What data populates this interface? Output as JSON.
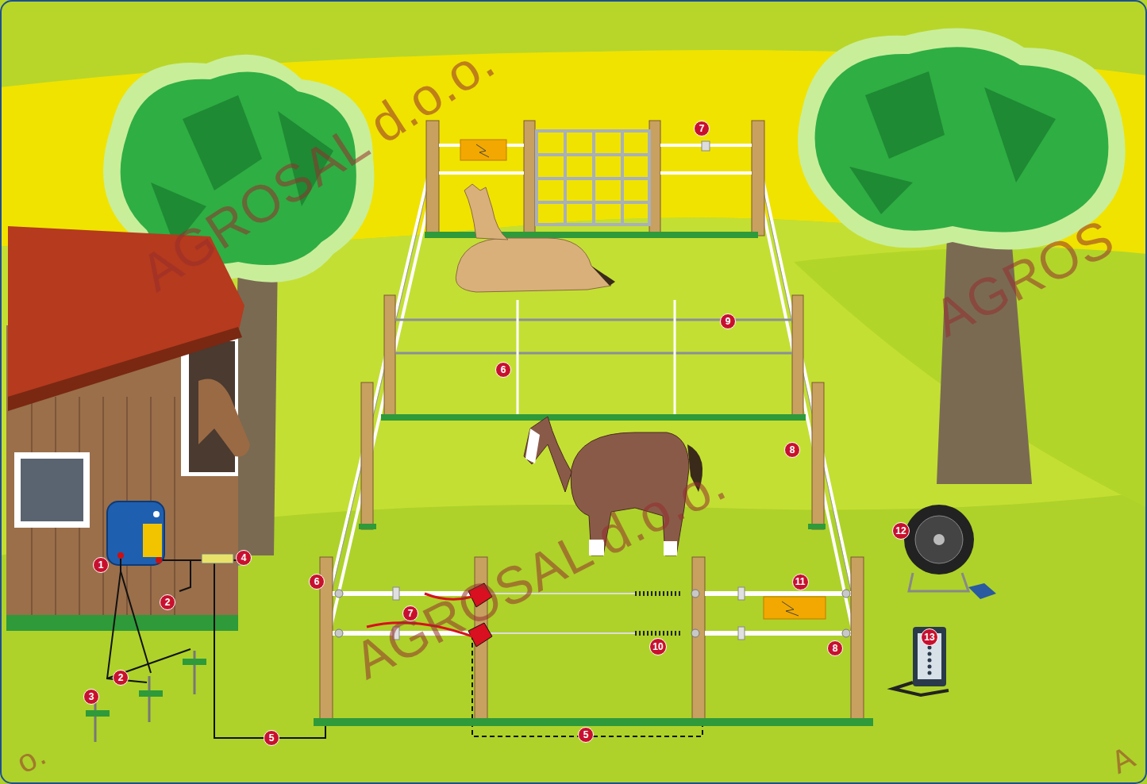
{
  "diagram": {
    "labels": [
      "AGROSAL d.o.o.",
      "AGROSAL d.o.o.",
      "AGROS",
      "o.",
      "A",
      "1",
      "2",
      "2",
      "3",
      "4",
      "5",
      "5",
      "6",
      "6",
      "7",
      "7",
      "8",
      "8",
      "9",
      "10",
      "11",
      "12",
      "13"
    ]
  }
}
